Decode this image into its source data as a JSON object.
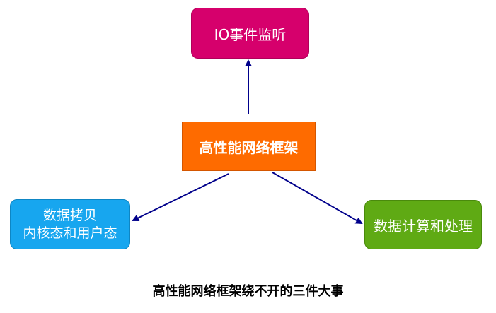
{
  "nodes": {
    "center": "高性能网络框架",
    "io": "IO事件监听",
    "copy_line1": "数据拷贝",
    "copy_line2": "内核态和用户态",
    "compute": "数据计算和处理"
  },
  "caption": "高性能网络框架绕不开的三件大事",
  "colors": {
    "center": "#fe6b00",
    "io": "#d6006c",
    "copy": "#17a6ef",
    "compute": "#5faa14",
    "arrow": "#00008b"
  }
}
